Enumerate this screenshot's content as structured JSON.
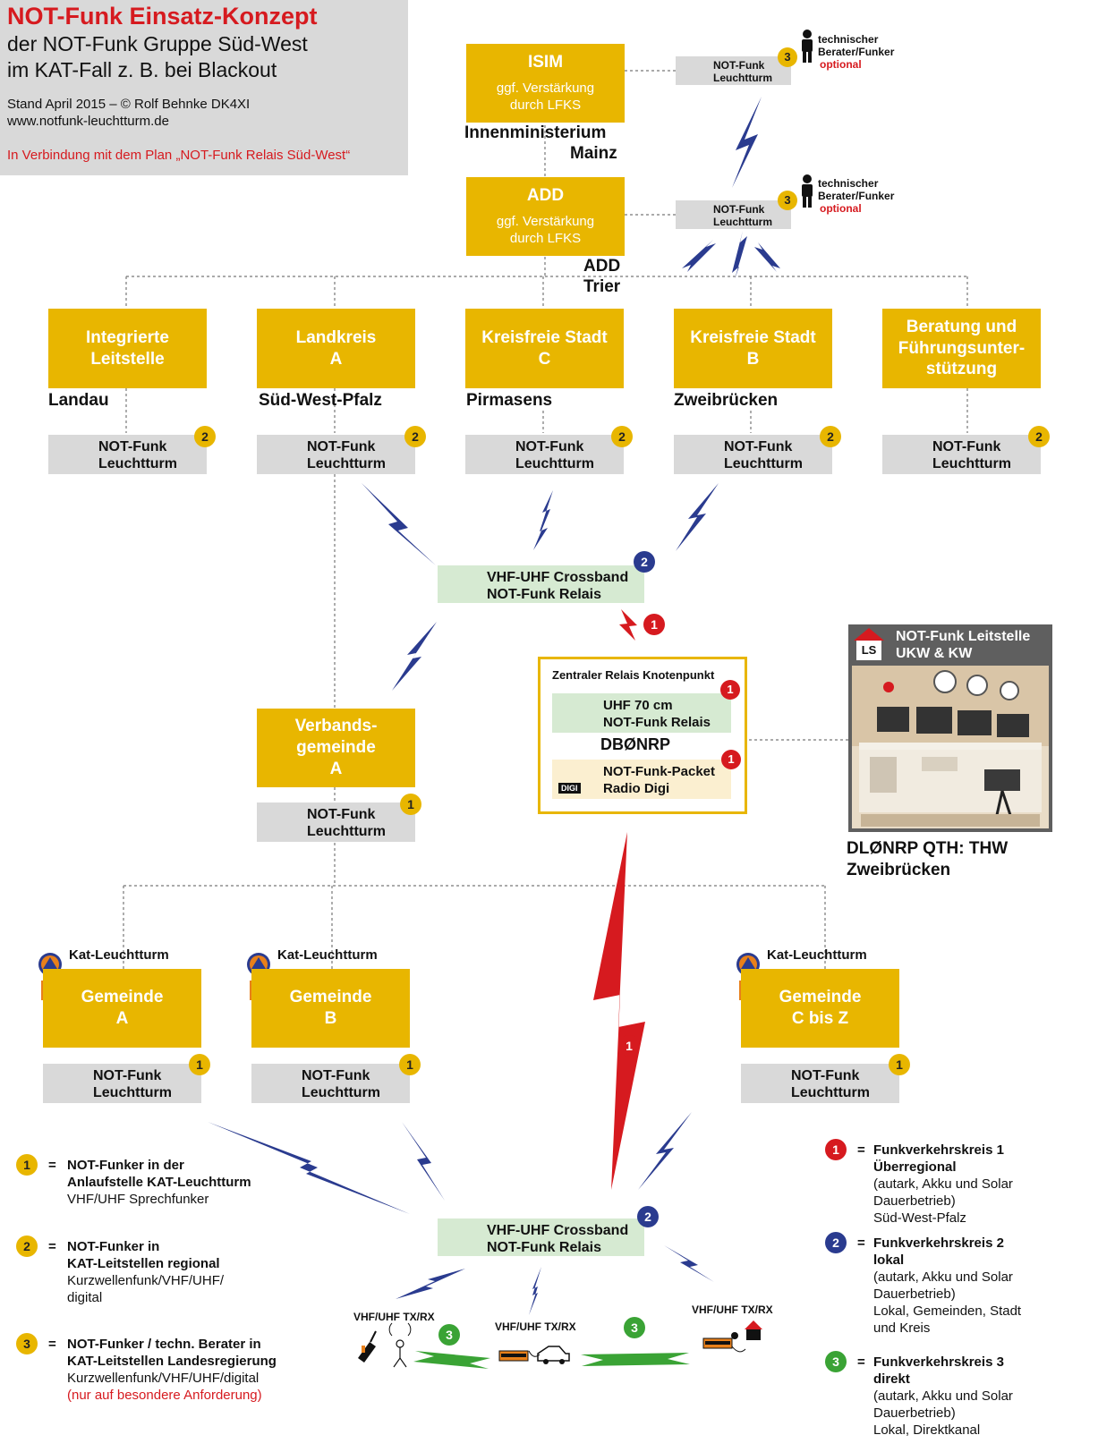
{
  "header": {
    "title": "NOT-Funk Einsatz-Konzept",
    "subtitle1": "der NOT-Funk Gruppe Süd-West",
    "subtitle2": "im KAT-Fall z. B. bei Blackout",
    "stand": "Stand April 2015 – © Rolf Behnke DK4XI",
    "url": "www.notfunk-leuchtturm.de",
    "verbindung": "In Verbindung mit dem Plan „NOT-Funk Relais Süd-West“"
  },
  "top": {
    "isim": {
      "title": "ISIM",
      "sub": "ggf. Verstärkung durch LFKS",
      "place1": "Innenministerium",
      "place2": "Mainz"
    },
    "add": {
      "title": "ADD",
      "sub": "ggf. Verstärkung durch LFKS",
      "place1": "ADD",
      "place2": "Trier"
    },
    "lt_label1": "NOT-Funk",
    "lt_label2": "Leuchtturm",
    "badge": "3",
    "tech1": "technischer",
    "tech2": "Berater/Funker",
    "tech3": "optional"
  },
  "row2": [
    {
      "title1": "Integrierte",
      "title2": "Leitstelle",
      "title3": "",
      "place": "Landau"
    },
    {
      "title1": "Landkreis",
      "title2": "A",
      "title3": "",
      "place": "Süd-West-Pfalz"
    },
    {
      "title1": "Kreisfreie Stadt",
      "title2": "C",
      "title3": "",
      "place": "Pirmasens"
    },
    {
      "title1": "Kreisfreie Stadt",
      "title2": "B",
      "title3": "",
      "place": "Zweibrücken"
    },
    {
      "title1": "Beratung und",
      "title2": "Führungsunter-",
      "title3": "stützung",
      "place": ""
    }
  ],
  "lt": {
    "label1": "NOT-Funk",
    "label2": "Leuchtturm",
    "badge2": "2",
    "badge1": "1"
  },
  "relay": {
    "label1": "VHF-UHF Crossband",
    "label2": "NOT-Funk Relais",
    "badge": "2"
  },
  "verband": {
    "title1": "Verbands-",
    "title2": "gemeinde",
    "title3": "A"
  },
  "knoten": {
    "title": "Zentraler Relais Knotenpunkt",
    "uhf1": "UHF 70 cm",
    "uhf2": "NOT-Funk Relais",
    "call": "DBØNRP",
    "digi1": "NOT-Funk-Packet",
    "digi2": "Radio Digi",
    "digi_icon": "DIGI",
    "badge": "1"
  },
  "leitstelle": {
    "title1": "NOT-Funk Leitstelle",
    "title2": "UKW & KW",
    "ls": "LS",
    "qth1": "DLØNRP QTH: THW",
    "qth2": "Zweibrücken"
  },
  "gemeinden": [
    {
      "kat": "Kat-Leuchtturm",
      "title1": "Gemeinde",
      "title2": "A"
    },
    {
      "kat": "Kat-Leuchtturm",
      "title1": "Gemeinde",
      "title2": "B"
    },
    {
      "kat": "Kat-Leuchtturm",
      "title1": "Gemeinde",
      "title2": "C bis Z"
    }
  ],
  "radios": {
    "r1": "VHF/UHF TX/RX",
    "r2": "VHF/UHF TX/RX",
    "r3": "VHF/UHF TX/RX",
    "badge": "3"
  },
  "legend_left": [
    {
      "num": "1",
      "line1": "NOT-Funker in der",
      "line2": "Anlaufstelle KAT-Leuchtturm",
      "line3": "VHF/UHF Sprechfunker",
      "line4": "",
      "line5": ""
    },
    {
      "num": "2",
      "line1": "NOT-Funker in",
      "line2": "KAT-Leitstellen regional",
      "line3": "Kurzwellenfunk/VHF/UHF/",
      "line4": "digital",
      "line5": ""
    },
    {
      "num": "3",
      "line1": "NOT-Funker / techn. Berater in",
      "line2": "KAT-Leitstellen Landesregierung",
      "line3": "Kurzwellenfunk/VHF/UHF/digital",
      "line4": "",
      "line5": "(nur auf besondere Anforderung)"
    }
  ],
  "legend_right": [
    {
      "num": "1",
      "line1": "Funkverkehrskreis 1",
      "line2": "Überregional",
      "line3": "(autark, Akku und Solar",
      "line4": "Dauerbetrieb)",
      "line5": "Süd-West-Pfalz",
      "line6": ""
    },
    {
      "num": "2",
      "line1": "Funkverkehrskreis 2",
      "line2": "lokal",
      "line3": "(autark, Akku und Solar",
      "line4": "Dauerbetrieb)",
      "line5": "Lokal, Gemeinden, Stadt",
      "line6": "und Kreis"
    },
    {
      "num": "3",
      "line1": "Funkverkehrskreis 3",
      "line2": "direkt",
      "line3": "(autark, Akku und Solar",
      "line4": "Dauerbetrieb)",
      "line5": "Lokal, Direktkanal",
      "line6": ""
    }
  ],
  "eq": "=",
  "colors": {
    "yellow": "#e8b600",
    "grey": "#d9d9d9",
    "red": "#d61a1f",
    "blue": "#2a3b8f",
    "green": "#3aa335",
    "relay_bg": "#d6ead2"
  }
}
